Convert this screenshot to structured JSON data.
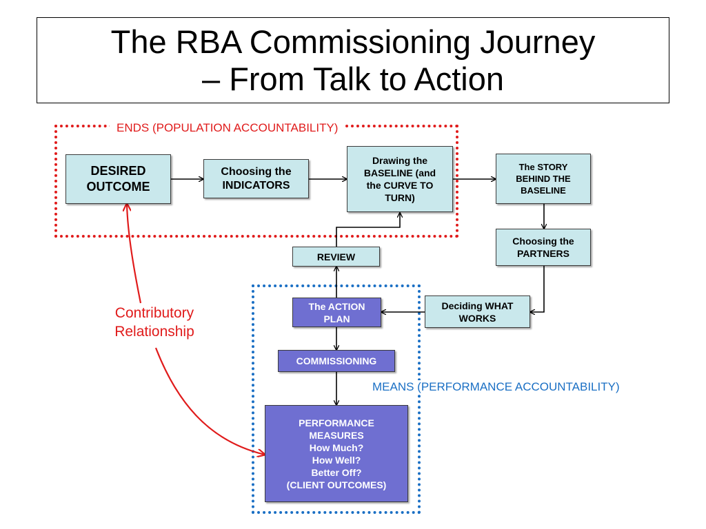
{
  "title": {
    "line1": "The RBA Commissioning Journey",
    "line2": "– From Talk to Action"
  },
  "regions": {
    "ends_label": "ENDS (POPULATION ACCOUNTABILITY)",
    "means_label": "MEANS (PERFORMANCE ACCOUNTABILITY)"
  },
  "contributory": {
    "line1": "Contributory",
    "line2": "Relationship"
  },
  "nodes": {
    "desired_outcome": [
      "DESIRED",
      "OUTCOME"
    ],
    "choosing_indicators": [
      "Choosing the",
      "INDICATORS"
    ],
    "drawing_baseline": [
      "Drawing the",
      "BASELINE (and",
      "the CURVE TO",
      "TURN)"
    ],
    "story_baseline": [
      "The STORY",
      "BEHIND THE",
      "BASELINE"
    ],
    "choosing_partners": [
      "Choosing the",
      "PARTNERS"
    ],
    "deciding_what_works": [
      "Deciding WHAT",
      "WORKS"
    ],
    "action_plan": [
      "The ACTION",
      "PLAN"
    ],
    "review": "REVIEW",
    "commissioning": "COMMISSIONING",
    "performance_measures": [
      "PERFORMANCE",
      "MEASURES",
      "How Much?",
      "How Well?",
      "Better Off?",
      "(CLIENT OUTCOMES)"
    ]
  },
  "colors": {
    "box_light": "#c9e8ec",
    "box_purple": "#6f6fd1",
    "ends_red": "#e01b1b",
    "means_blue": "#1a6fc4"
  }
}
